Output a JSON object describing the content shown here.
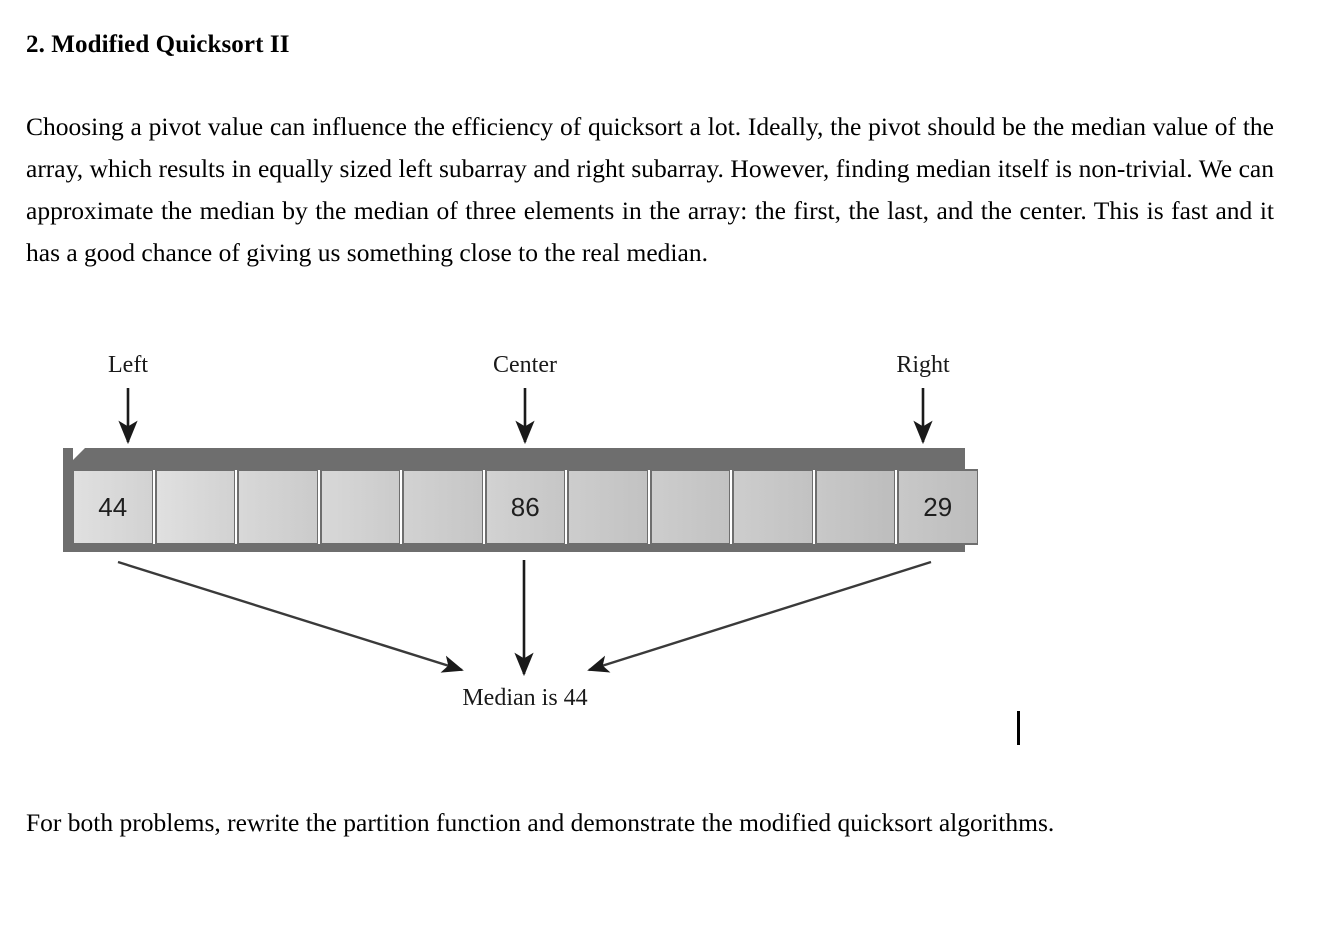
{
  "document": {
    "heading": "2. Modified Quicksort II",
    "intro_paragraph": "Choosing a pivot value can influence the efficiency of quicksort a lot. Ideally, the pivot should be the median value of the array, which results in equally sized left subarray and right subarray. However, finding median itself is non-trivial. We can approximate the median by the median of three elements in the array: the first, the last, and the center. This is fast and it has a good chance of giving us something close to the real median.",
    "closing_paragraph": "For both problems, rewrite the partition function and demonstrate the modified quicksort algorithms."
  },
  "figure": {
    "labels": {
      "left": "Left",
      "center": "Center",
      "right": "Right"
    },
    "median_caption": "Median is 44",
    "cells": [
      {
        "value": "44"
      },
      {
        "value": ""
      },
      {
        "value": ""
      },
      {
        "value": ""
      },
      {
        "value": ""
      },
      {
        "value": "86"
      },
      {
        "value": ""
      },
      {
        "value": ""
      },
      {
        "value": ""
      },
      {
        "value": ""
      },
      {
        "value": "29"
      }
    ],
    "colors": {
      "bevel": "#6e6e6e",
      "cell_fill_light": "#dedede",
      "cell_fill_dark": "#bdbdbd",
      "arrow": "#1a1a1a",
      "text": "#000000"
    }
  }
}
